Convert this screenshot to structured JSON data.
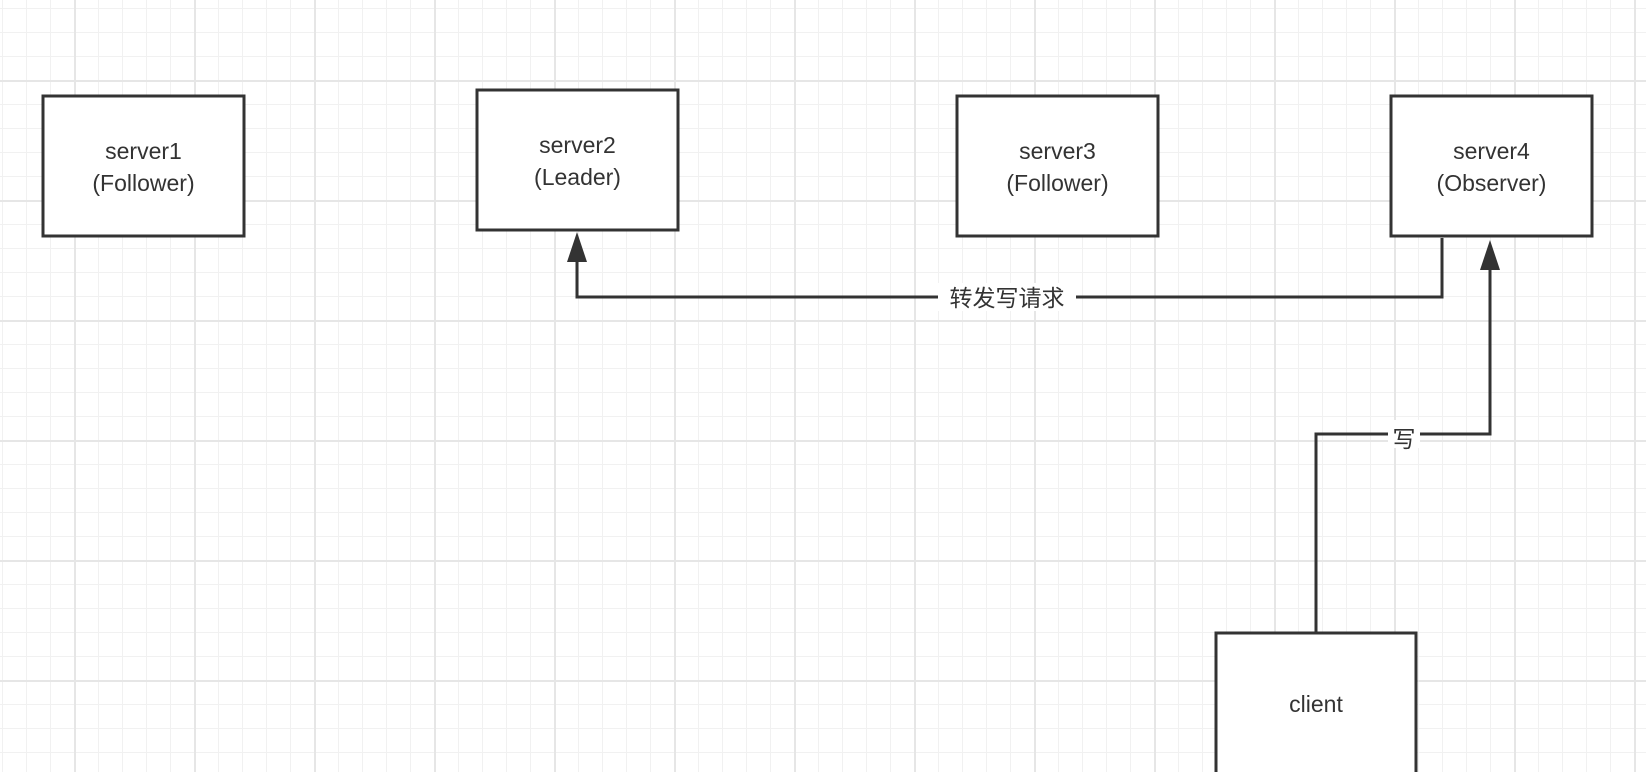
{
  "diagram": {
    "nodes": [
      {
        "id": "server1",
        "name": "server1",
        "role": "(Follower)"
      },
      {
        "id": "server2",
        "name": "server2",
        "role": "(Leader)"
      },
      {
        "id": "server3",
        "name": "server3",
        "role": "(Follower)"
      },
      {
        "id": "server4",
        "name": "server4",
        "role": "(Observer)"
      },
      {
        "id": "client",
        "name": "client",
        "role": ""
      }
    ],
    "edges": [
      {
        "id": "forward",
        "from": "server4",
        "to": "server2",
        "label": "转发写请求"
      },
      {
        "id": "write",
        "from": "client",
        "to": "server4",
        "label": "写"
      }
    ],
    "colors": {
      "stroke": "#333333",
      "text": "#333333",
      "background": "#ffffff",
      "grid": "#e6e6e6"
    }
  }
}
